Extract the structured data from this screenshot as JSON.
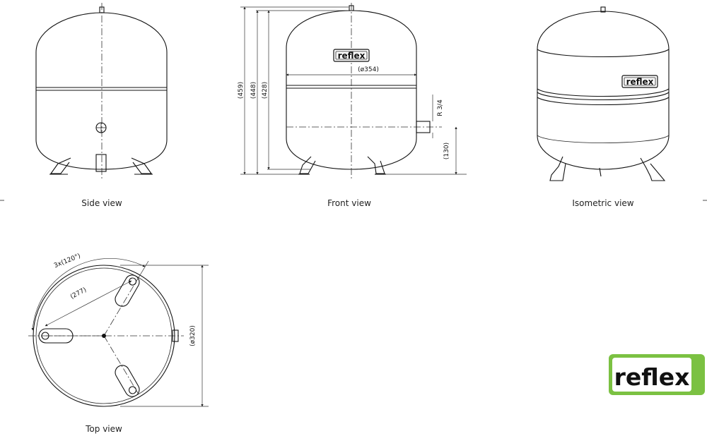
{
  "views": {
    "side": {
      "caption": "Side view"
    },
    "front": {
      "caption": "Front view",
      "dim_height_total": "(459)",
      "dim_height_body": "(448)",
      "dim_height_shell": "(428)",
      "dim_diameter": "(ø354)",
      "dim_connection_height": "(130)",
      "connection_thread": "R 3/4"
    },
    "isometric": {
      "caption": "Isometric view"
    },
    "top": {
      "caption": "Top view",
      "dim_angle": "3x(120°)",
      "dim_foot_circle": "(277)",
      "dim_diameter": "(ø320)"
    }
  },
  "vessel_badge": {
    "text": "reflex"
  },
  "brand_logo": {
    "text": "reflex",
    "colors": {
      "accent": "#7bc142",
      "text": "#111111"
    }
  }
}
